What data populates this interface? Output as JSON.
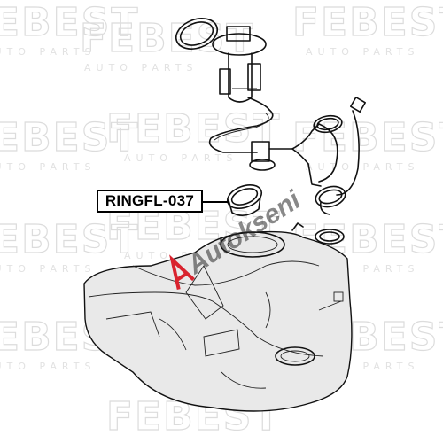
{
  "watermark": {
    "brand": "FEBEST",
    "tagline": "AUTO PARTS"
  },
  "callout": {
    "part_number": "RINGFL-037"
  },
  "overlay_mark": {
    "text": "Autokseni"
  },
  "colors": {
    "line": "#111111",
    "watermark": "#dcdcdc",
    "overlay_red": "#d9232e"
  }
}
